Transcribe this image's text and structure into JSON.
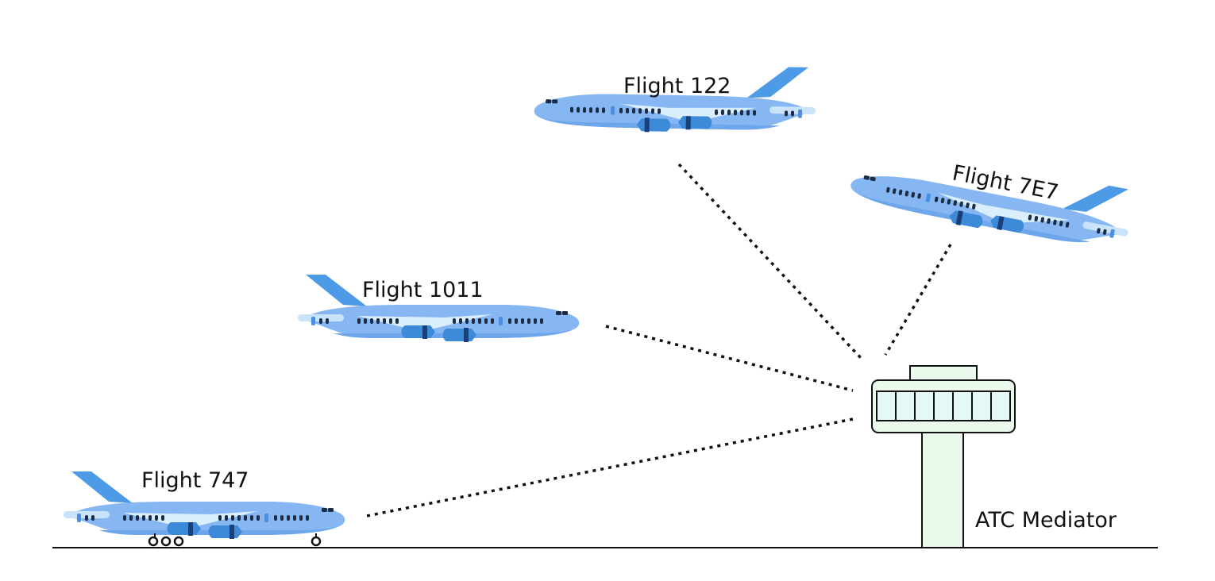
{
  "diagram": {
    "title": "",
    "mediator": {
      "label": "ATC Mediator",
      "icon": "control-tower-icon"
    },
    "flights": [
      {
        "id": "flight-122",
        "label": "Flight 122",
        "icon": "airplane-icon",
        "state": "airborne",
        "connected_to": "ATC Mediator"
      },
      {
        "id": "flight-7e7",
        "label": "Flight 7E7",
        "icon": "airplane-icon",
        "state": "airborne",
        "connected_to": "ATC Mediator"
      },
      {
        "id": "flight-1011",
        "label": "Flight 1011",
        "icon": "airplane-icon",
        "state": "airborne",
        "connected_to": "ATC Mediator"
      },
      {
        "id": "flight-747",
        "label": "Flight 747",
        "icon": "airplane-on-ground-icon",
        "state": "on-ground",
        "connected_to": "ATC Mediator"
      }
    ],
    "colors": {
      "fuselage": "#86b7f2",
      "fuselage_belly": "#6ea6ec",
      "tail": "#4d9be6",
      "engine": "#3d8ad9",
      "engine_band": "#1a3f7a",
      "wing": "#dbeefc",
      "window": "#1c2c44",
      "door": "#4a8fe0",
      "tower_fill": "#eaf9ec",
      "tower_glass": "#e4f8f8",
      "stroke": "#111111"
    }
  }
}
